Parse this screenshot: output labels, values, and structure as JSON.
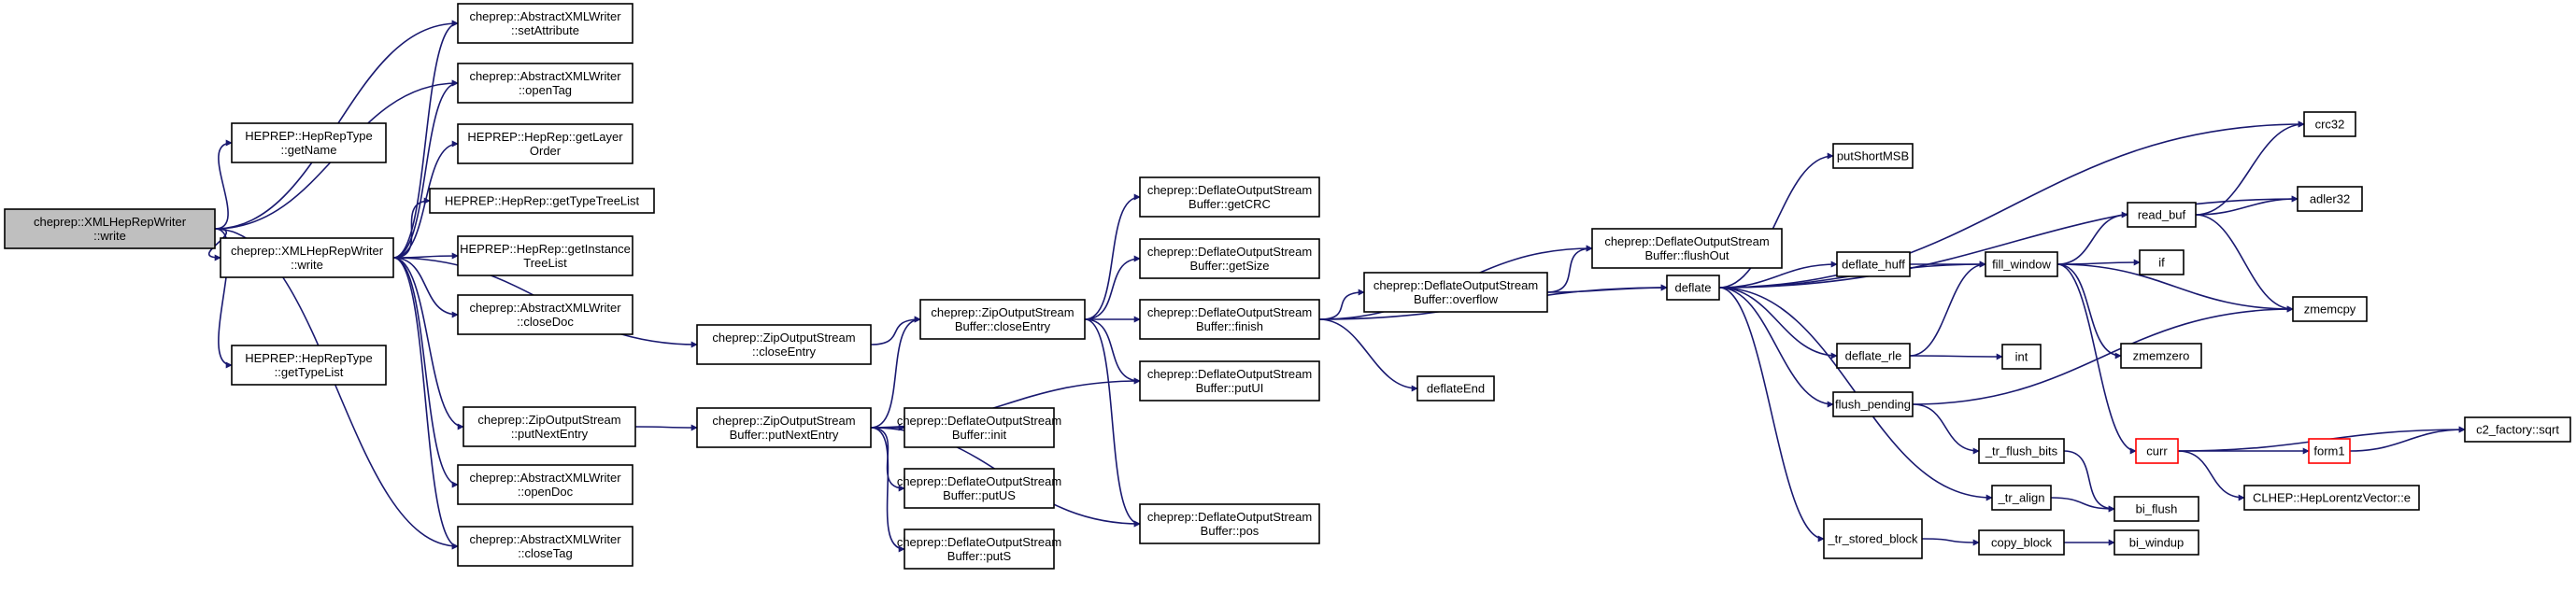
{
  "graph": {
    "edge_color": "#191970",
    "root_fill": "#bfbfbf",
    "highlight_stroke": "#ff0000",
    "nodes": [
      {
        "id": "root",
        "lines": [
          "cheprep::XMLHepRepWriter",
          "::write"
        ]
      },
      {
        "id": "setAttribute",
        "lines": [
          "cheprep::AbstractXMLWriter",
          "::setAttribute"
        ]
      },
      {
        "id": "openTag",
        "lines": [
          "cheprep::AbstractXMLWriter",
          "::openTag"
        ]
      },
      {
        "id": "getName",
        "lines": [
          "HEPREP::HepRepType",
          "::getName"
        ]
      },
      {
        "id": "getLayerOrder",
        "lines": [
          "HEPREP::HepRep::getLayer",
          "Order"
        ]
      },
      {
        "id": "getTypeTreeList",
        "lines": [
          "HEPREP::HepRep::getTypeTreeList"
        ]
      },
      {
        "id": "xmlwrite",
        "lines": [
          "cheprep::XMLHepRepWriter",
          "::write"
        ]
      },
      {
        "id": "getInstanceTreeList",
        "lines": [
          "HEPREP::HepRep::getInstance",
          "TreeList"
        ]
      },
      {
        "id": "closeDoc",
        "lines": [
          "cheprep::AbstractXMLWriter",
          "::closeDoc"
        ]
      },
      {
        "id": "getTypeList",
        "lines": [
          "HEPREP::HepRepType",
          "::getTypeList"
        ]
      },
      {
        "id": "zosCloseEntry",
        "lines": [
          "cheprep::ZipOutputStream",
          "::closeEntry"
        ]
      },
      {
        "id": "zosPutNextEntry",
        "lines": [
          "cheprep::ZipOutputStream",
          "::putNextEntry"
        ]
      },
      {
        "id": "openDoc",
        "lines": [
          "cheprep::AbstractXMLWriter",
          "::openDoc"
        ]
      },
      {
        "id": "closeTag",
        "lines": [
          "cheprep::AbstractXMLWriter",
          "::closeTag"
        ]
      },
      {
        "id": "zosbPutNextEntry",
        "lines": [
          "cheprep::ZipOutputStream",
          "Buffer::putNextEntry"
        ]
      },
      {
        "id": "zosbCloseEntry",
        "lines": [
          "cheprep::ZipOutputStream",
          "Buffer::closeEntry"
        ]
      },
      {
        "id": "dosInit",
        "lines": [
          "cheprep::DeflateOutputStream",
          "Buffer::init"
        ]
      },
      {
        "id": "dosPutUS",
        "lines": [
          "cheprep::DeflateOutputStream",
          "Buffer::putUS"
        ]
      },
      {
        "id": "dosPutS",
        "lines": [
          "cheprep::DeflateOutputStream",
          "Buffer::putS"
        ]
      },
      {
        "id": "dosGetCRC",
        "lines": [
          "cheprep::DeflateOutputStream",
          "Buffer::getCRC"
        ]
      },
      {
        "id": "dosGetSize",
        "lines": [
          "cheprep::DeflateOutputStream",
          "Buffer::getSize"
        ]
      },
      {
        "id": "dosFinish",
        "lines": [
          "cheprep::DeflateOutputStream",
          "Buffer::finish"
        ]
      },
      {
        "id": "dosPutUI",
        "lines": [
          "cheprep::DeflateOutputStream",
          "Buffer::putUI"
        ]
      },
      {
        "id": "dosPos",
        "lines": [
          "cheprep::DeflateOutputStream",
          "Buffer::pos"
        ]
      },
      {
        "id": "dosOverflow",
        "lines": [
          "cheprep::DeflateOutputStream",
          "Buffer::overflow"
        ]
      },
      {
        "id": "deflateEnd",
        "lines": [
          "deflateEnd"
        ]
      },
      {
        "id": "dosFlushOut",
        "lines": [
          "cheprep::DeflateOutputStream",
          "Buffer::flushOut"
        ]
      },
      {
        "id": "deflate",
        "lines": [
          "deflate"
        ]
      },
      {
        "id": "putShortMSB",
        "lines": [
          "putShortMSB"
        ]
      },
      {
        "id": "deflateHuff",
        "lines": [
          "deflate_huff"
        ]
      },
      {
        "id": "deflateRle",
        "lines": [
          "deflate_rle"
        ]
      },
      {
        "id": "flushPending",
        "lines": [
          "flush_pending"
        ]
      },
      {
        "id": "trFlushBits",
        "lines": [
          "_tr_flush_bits"
        ]
      },
      {
        "id": "trAlign",
        "lines": [
          "_tr_align"
        ]
      },
      {
        "id": "trStoredBlock",
        "lines": [
          "_tr_stored_block"
        ]
      },
      {
        "id": "fillWindow",
        "lines": [
          "fill_window"
        ]
      },
      {
        "id": "readBuf",
        "lines": [
          "read_buf"
        ]
      },
      {
        "id": "if",
        "lines": [
          "if"
        ]
      },
      {
        "id": "int",
        "lines": [
          "int"
        ]
      },
      {
        "id": "zmemzero",
        "lines": [
          "zmemzero"
        ]
      },
      {
        "id": "curr",
        "lines": [
          "curr"
        ]
      },
      {
        "id": "biFlush",
        "lines": [
          "bi_flush"
        ]
      },
      {
        "id": "copyBlock",
        "lines": [
          "copy_block"
        ]
      },
      {
        "id": "biWindup",
        "lines": [
          "bi_windup"
        ]
      },
      {
        "id": "crc32",
        "lines": [
          "crc32"
        ]
      },
      {
        "id": "adler32",
        "lines": [
          "adler32"
        ]
      },
      {
        "id": "zmemcpy",
        "lines": [
          "zmemcpy"
        ]
      },
      {
        "id": "form1",
        "lines": [
          "form1"
        ]
      },
      {
        "id": "c2sqrt",
        "lines": [
          "c2_factory::sqrt"
        ]
      },
      {
        "id": "hepLorentzE",
        "lines": [
          "CLHEP::HepLorentzVector::e"
        ]
      }
    ]
  }
}
